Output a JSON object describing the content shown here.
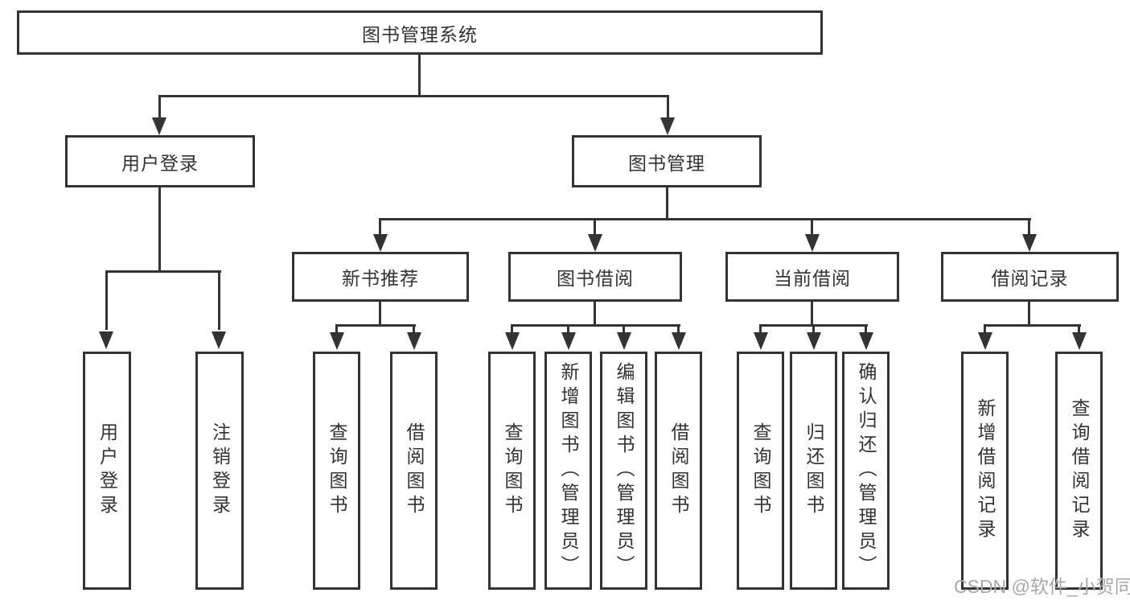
{
  "tree": {
    "label": "图书管理系统",
    "children": [
      {
        "label": "用户登录",
        "children": [
          {
            "label": "用户登录"
          },
          {
            "label": "注销登录"
          }
        ]
      },
      {
        "label": "图书管理",
        "children": [
          {
            "label": "新书推荐",
            "children": [
              {
                "label": "查询图书"
              },
              {
                "label": "借阅图书"
              }
            ]
          },
          {
            "label": "图书借阅",
            "children": [
              {
                "label": "查询图书"
              },
              {
                "label": "新增图书（管理员）"
              },
              {
                "label": "编辑图书（管理员）"
              },
              {
                "label": "借阅图书"
              }
            ]
          },
          {
            "label": "当前借阅",
            "children": [
              {
                "label": "查询图书"
              },
              {
                "label": "归还图书"
              },
              {
                "label": "确认归还（管理员）"
              }
            ]
          },
          {
            "label": "借阅记录",
            "children": [
              {
                "label": "新增借阅记录"
              },
              {
                "label": "查询借阅记录"
              }
            ]
          }
        ]
      }
    ]
  },
  "watermark": "CSDN @软件_小贺同学",
  "colors": {
    "line": "#333333",
    "text": "#333333",
    "watermark": "#a8a8a8",
    "box_background": "#ffffff",
    "page_background": "#ffffff"
  }
}
